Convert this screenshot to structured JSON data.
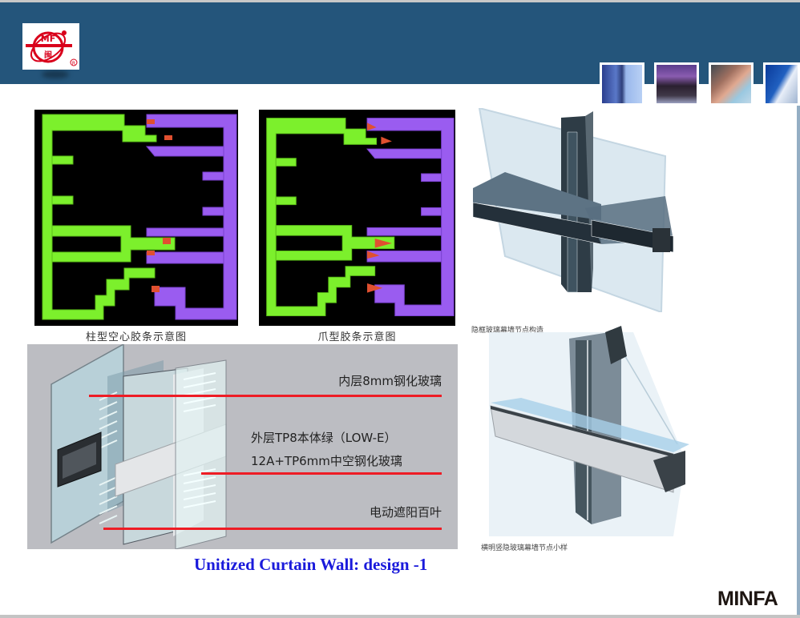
{
  "slide": {
    "title": "Unitized Curtain Wall: design -1",
    "brand": "MINFA",
    "logo": {
      "text_top": "MF",
      "text_bottom": "闽发",
      "registered": "®"
    },
    "colors": {
      "header": "#24557b",
      "title": "#1a1adb",
      "accent_red": "#ee1c25",
      "logo_red": "#d9001b",
      "profile_green": "#7cf02c",
      "profile_purple": "#9a5cf0"
    }
  },
  "header_thumbnails": [
    {
      "name": "glass-tower-thumbnail"
    },
    {
      "name": "night-city-thumbnail"
    },
    {
      "name": "phone-call-thumbnail"
    },
    {
      "name": "skyscraper-thumbnail"
    }
  ],
  "diagrams": [
    {
      "caption": "柱型空心胶条示意图"
    },
    {
      "caption": "爪型胶条示意图"
    }
  ],
  "section_diagram": {
    "labels": [
      "内层8mm钢化玻璃",
      "外层TP8本体绿（LOW-E）",
      "12A+TP6mm中空钢化玻璃",
      "电动遮阳百叶"
    ]
  },
  "photos": [
    {
      "caption": ""
    },
    {
      "caption_top": "隐框玻璃幕墙节点构造",
      "caption_bottom": "横明竖隐玻璃幕墙节点小样"
    }
  ]
}
